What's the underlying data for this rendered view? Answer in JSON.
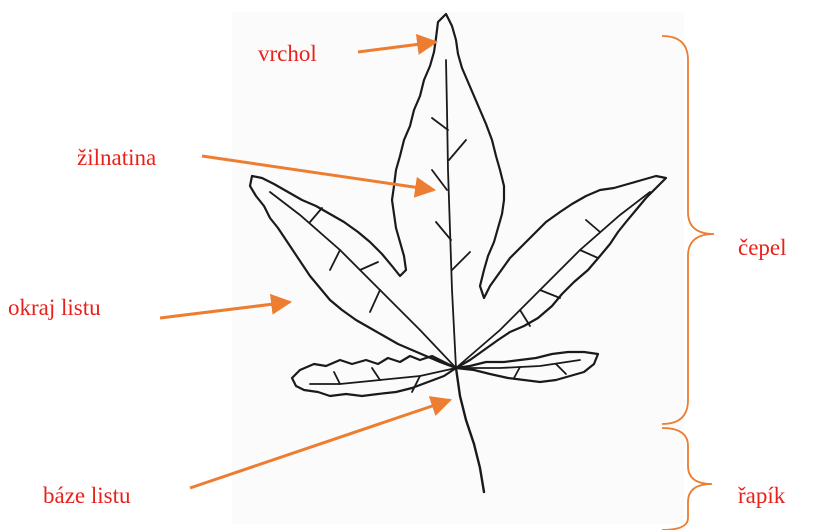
{
  "labels": {
    "apex": "vrchol",
    "venation": "žilnatina",
    "margin": "okraj listu",
    "base": "báze listu",
    "blade": "čepel",
    "petiole": "řapík"
  },
  "colors": {
    "label_text": "#e8211b",
    "arrow": "#ed7d31",
    "leaf_outline": "#1a1a1a",
    "paper": "#fbfbfb"
  }
}
